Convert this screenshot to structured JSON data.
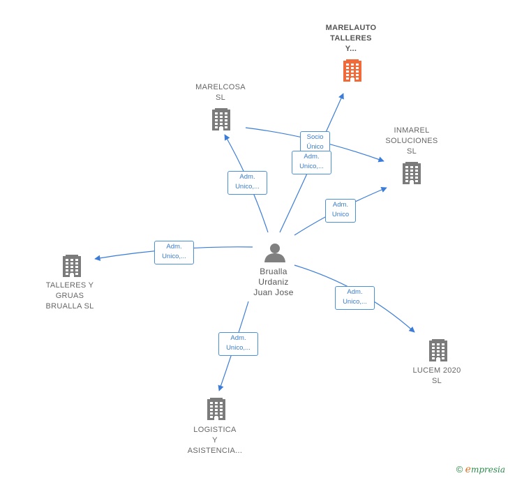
{
  "colors": {
    "edge": "#3a7cd8",
    "building": "#7b7b7b",
    "building_highlight": "#f06a3a",
    "person": "#808080"
  },
  "center": {
    "label": "Brualla\nUrdaniz\nJuan Jose",
    "icon": "person-icon"
  },
  "nodes": [
    {
      "id": "marelauto",
      "label": "MARELAUTO\nTALLERES\nY...",
      "icon": "building-icon",
      "highlight": true
    },
    {
      "id": "marelcosa",
      "label": "MARELCOSA\nSL",
      "icon": "building-icon"
    },
    {
      "id": "inmarel",
      "label": "INMAREL\nSOLUCIONES\nSL",
      "icon": "building-icon"
    },
    {
      "id": "talleres",
      "label": "TALLERES Y\nGRUAS\nBRUALLA SL",
      "icon": "building-icon"
    },
    {
      "id": "lucem",
      "label": "LUCEM 2020\nSL",
      "icon": "building-icon"
    },
    {
      "id": "logistica",
      "label": "LOGISTICA\nY\nASISTENCIA...",
      "icon": "building-icon"
    }
  ],
  "edges": [
    {
      "from": "center",
      "to": "marelauto",
      "label": "Adm.\nUnico,..."
    },
    {
      "from": "center",
      "to": "marelcosa",
      "label": "Adm.\nUnico,..."
    },
    {
      "from": "center",
      "to": "inmarel",
      "label": "Adm.\nUnico"
    },
    {
      "from": "marelcosa",
      "to": "inmarel",
      "label": "Socio\nÚnico"
    },
    {
      "from": "center",
      "to": "talleres",
      "label": "Adm.\nUnico,..."
    },
    {
      "from": "center",
      "to": "lucem",
      "label": "Adm.\nUnico,..."
    },
    {
      "from": "center",
      "to": "logistica",
      "label": "Adm.\nUnico,..."
    }
  ],
  "footer": {
    "copyright": "©",
    "brand_first": "e",
    "brand_rest": "mpresia"
  }
}
